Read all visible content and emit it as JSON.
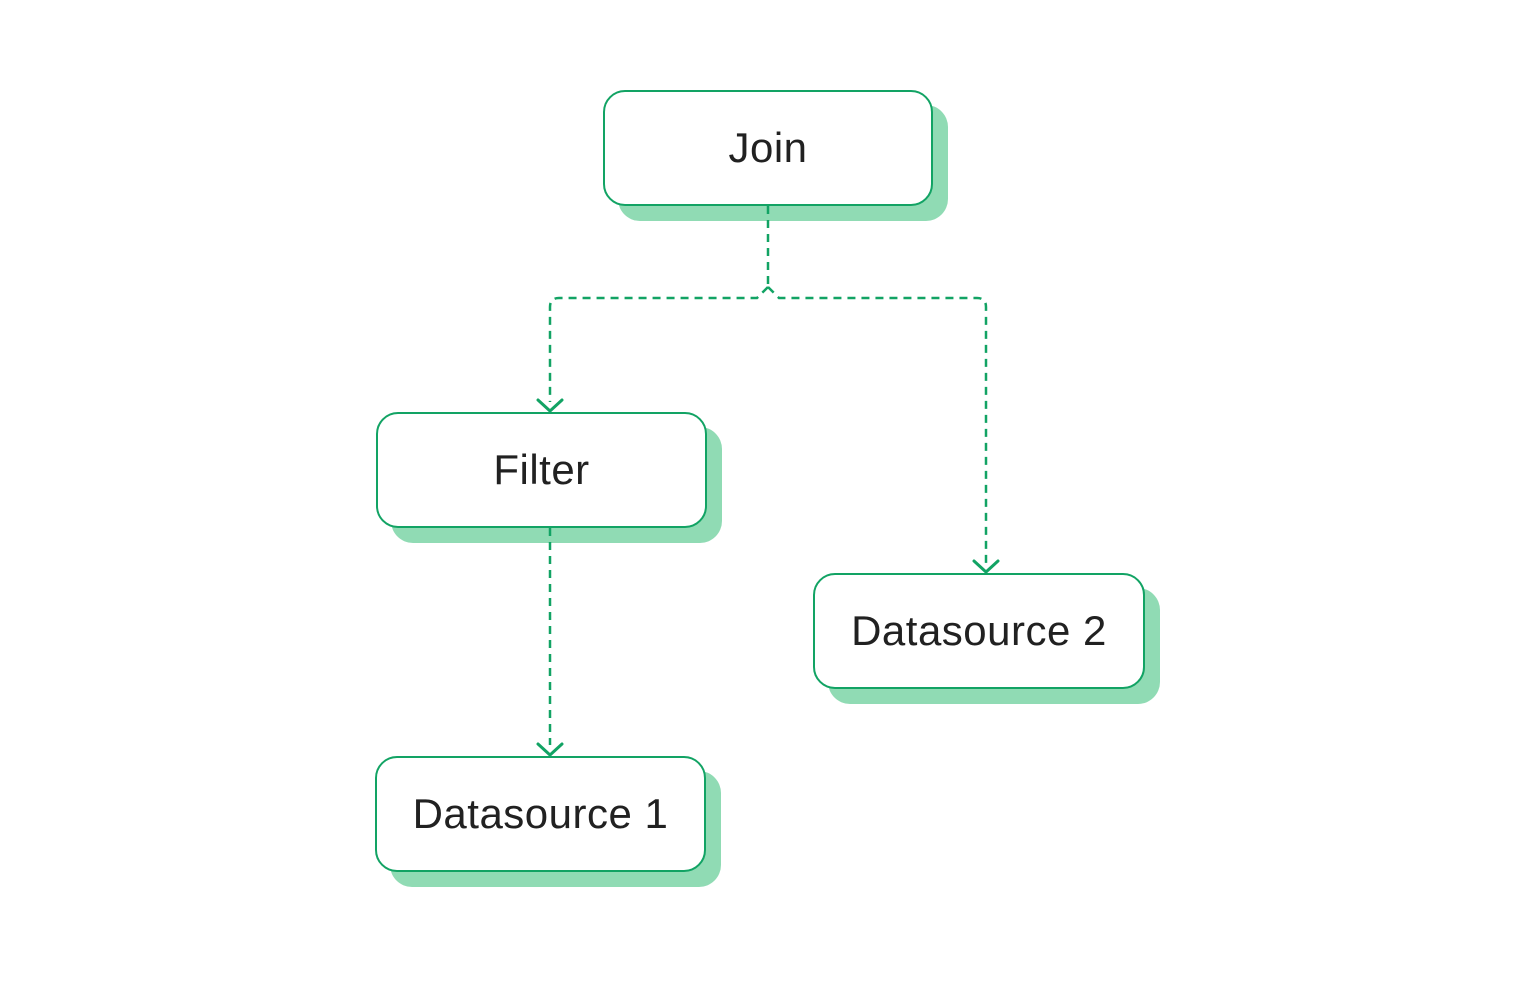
{
  "diagram": {
    "type": "flowchart",
    "direction": "top-down",
    "nodes": [
      {
        "id": "join",
        "label": "Join"
      },
      {
        "id": "filter",
        "label": "Filter"
      },
      {
        "id": "datasource2",
        "label": "Datasource 2"
      },
      {
        "id": "datasource1",
        "label": "Datasource 1"
      }
    ],
    "edges": [
      {
        "from": "Join",
        "to": "Filter",
        "style": "dashed",
        "arrow": "to"
      },
      {
        "from": "Join",
        "to": "Datasource 2",
        "style": "dashed",
        "arrow": "to"
      },
      {
        "from": "Filter",
        "to": "Datasource 1",
        "style": "dashed",
        "arrow": "to"
      }
    ],
    "colors": {
      "border": "#12A364",
      "edge": "#12A364",
      "shadow": "#90DBB4",
      "fill": "#FFFFFF",
      "text": "#212121",
      "background": "#FFFFFF"
    }
  }
}
